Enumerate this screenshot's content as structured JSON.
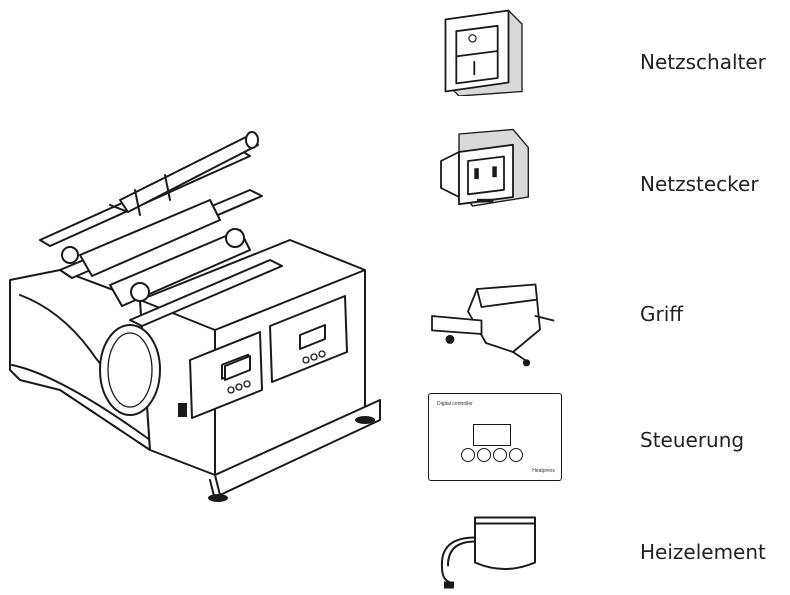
{
  "parts": [
    {
      "id": "power-switch",
      "label": "Netzschalter",
      "icon": "rocker-switch-icon"
    },
    {
      "id": "power-socket",
      "label": "Netzstecker",
      "icon": "power-inlet-icon"
    },
    {
      "id": "handle",
      "label": "Griff",
      "icon": "handle-icon"
    },
    {
      "id": "controller",
      "label": "Steuerung",
      "icon": "controller-icon",
      "panel_title": "Digital controller",
      "panel_brand": "Heatpress"
    },
    {
      "id": "heating-element",
      "label": "Heizelement",
      "icon": "heating-element-icon"
    }
  ]
}
